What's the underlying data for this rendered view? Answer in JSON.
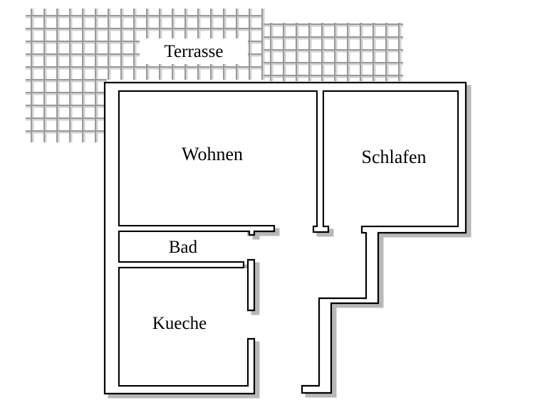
{
  "plan": {
    "rooms": {
      "terrasse": "Terrasse",
      "wohnen": "Wohnen",
      "schlafen": "Schlafen",
      "bad": "Bad",
      "kueche": "Kueche"
    }
  },
  "colors": {
    "wall": "#000000",
    "wall_shadow": "#b8b8b8",
    "grid": "#9a9a9a",
    "grid_shadow": "#d2d2d2",
    "background": "#ffffff"
  }
}
